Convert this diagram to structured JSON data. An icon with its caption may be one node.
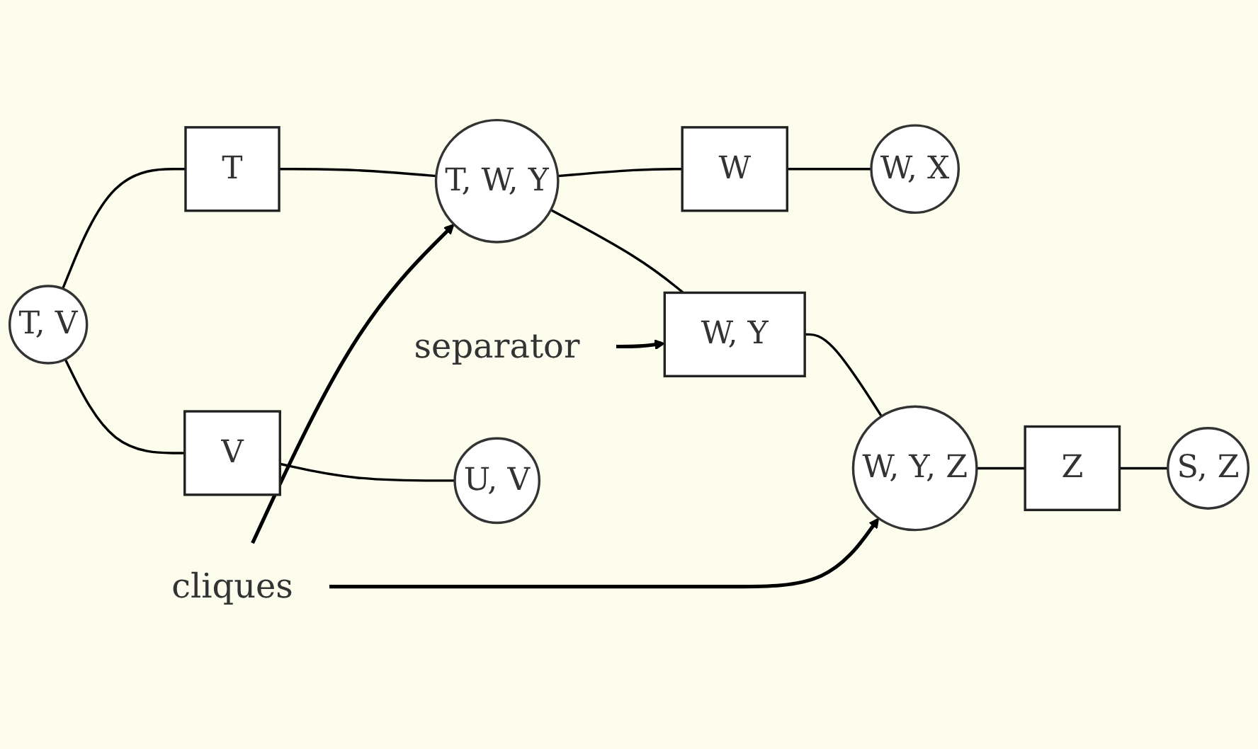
{
  "diagram": {
    "nodes": [
      {
        "text": [
          "T, V"
        ]
      },
      {
        "text": [
          "T"
        ]
      },
      {
        "text": [
          "T, W, Y"
        ]
      },
      {
        "text": [
          "W"
        ]
      },
      {
        "text": [
          "W, X"
        ]
      },
      {
        "text": [
          "V"
        ]
      },
      {
        "text": [
          "cliques"
        ]
      },
      {
        "text": [
          "W, Y"
        ]
      },
      {
        "text": [
          "separator"
        ]
      },
      {
        "text": [
          "U, V"
        ]
      },
      {
        "text": [
          "W, Y, Z"
        ]
      },
      {
        "text": [
          "Z"
        ]
      },
      {
        "text": [
          "S, Z"
        ]
      }
    ],
    "edges": [
      {
        "from": 0,
        "to": 1,
        "arrow": "none"
      },
      {
        "from": 1,
        "to": 2,
        "arrow": "none"
      },
      {
        "from": 2,
        "to": 3,
        "arrow": "none"
      },
      {
        "from": 3,
        "to": 4,
        "arrow": "none"
      },
      {
        "from": 0,
        "to": 5,
        "arrow": "none"
      },
      {
        "from": 5,
        "to": 9,
        "arrow": "none"
      },
      {
        "from": 2,
        "to": 7,
        "arrow": "none"
      },
      {
        "from": 7,
        "to": 10,
        "arrow": "none"
      },
      {
        "from": 10,
        "to": 11,
        "arrow": "none"
      },
      {
        "from": 11,
        "to": 12,
        "arrow": "none"
      },
      {
        "from": 6,
        "to": 2,
        "arrow": "to"
      },
      {
        "from": 6,
        "to": 10,
        "arrow": "to"
      },
      {
        "from": 8,
        "to": 7,
        "arrow": "to"
      }
    ]
  }
}
